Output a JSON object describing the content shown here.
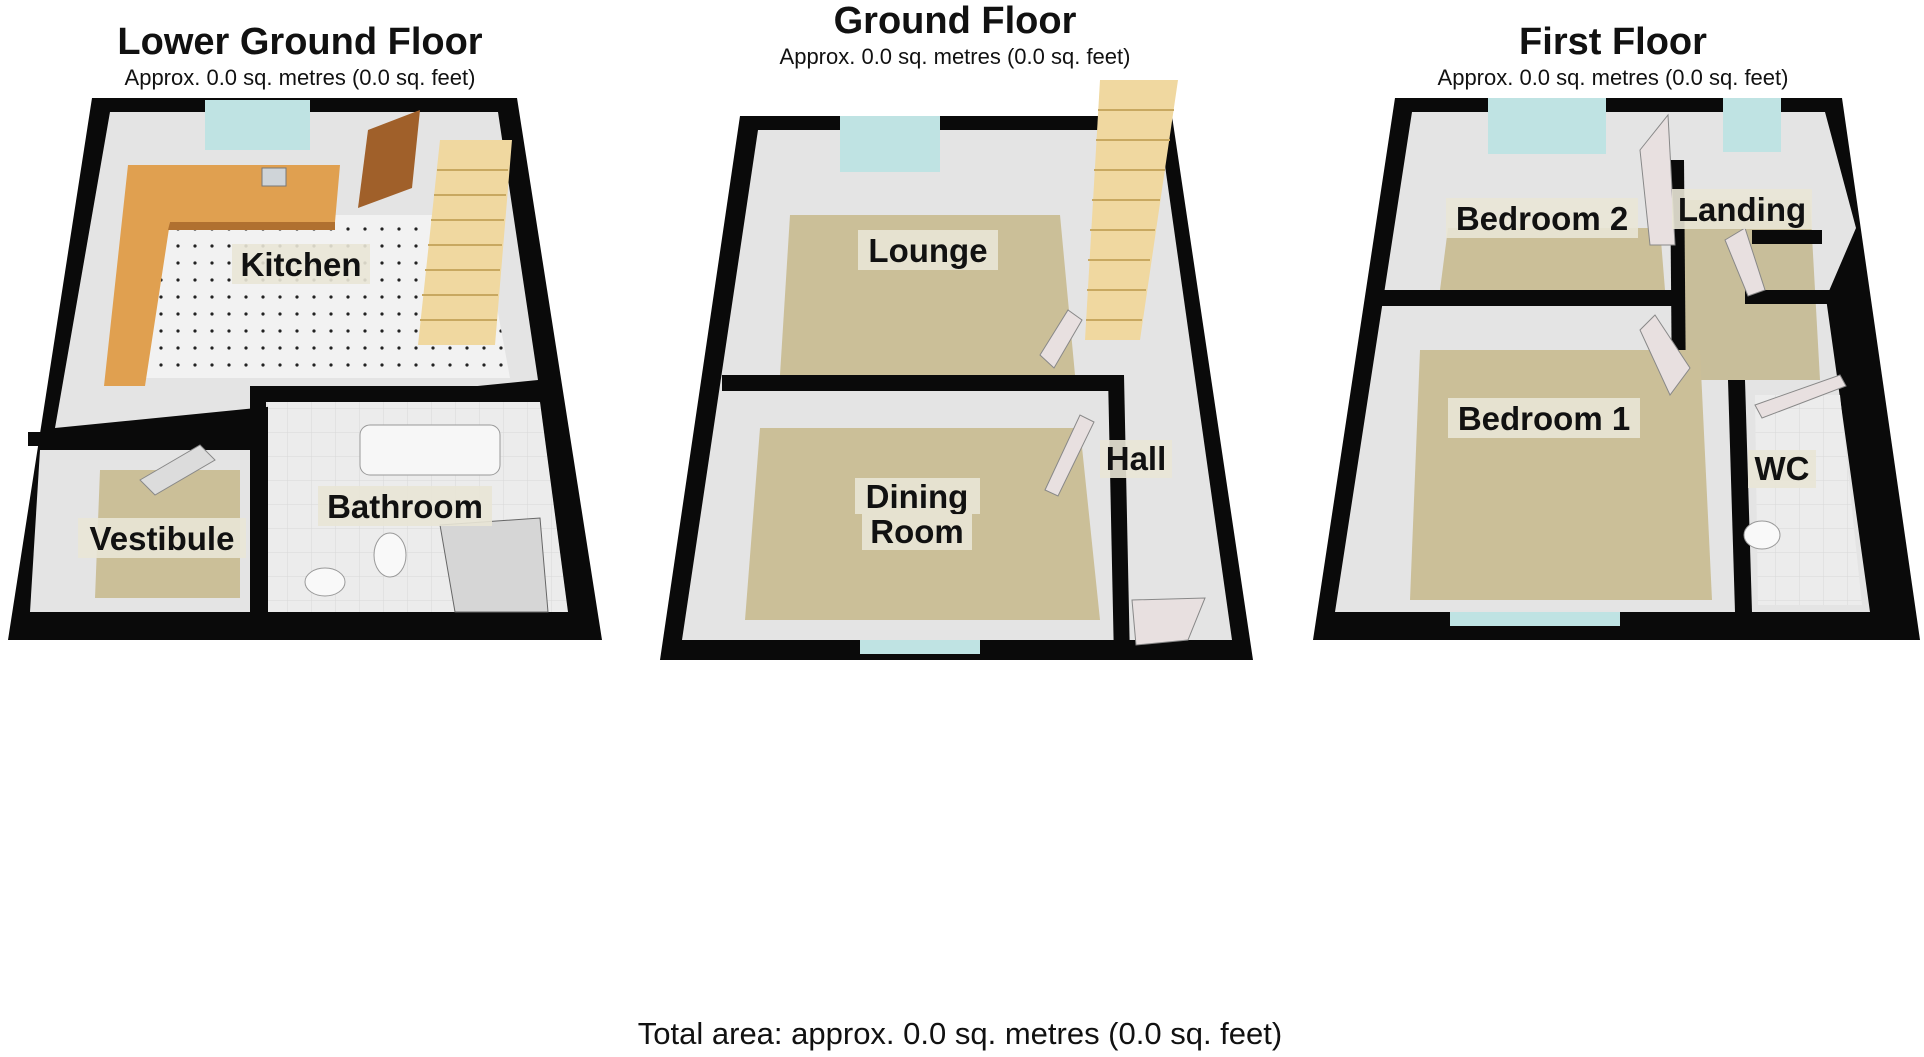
{
  "floors": [
    {
      "title": "Lower Ground Floor",
      "area": "Approx. 0.0 sq. metres (0.0 sq. feet)",
      "rooms": [
        "Kitchen",
        "Bathroom",
        "Vestibule"
      ]
    },
    {
      "title": "Ground Floor",
      "area": "Approx. 0.0 sq. metres (0.0 sq. feet)",
      "rooms": [
        "Lounge",
        "Dining",
        "Room",
        "Hall"
      ]
    },
    {
      "title": "First Floor",
      "area": "Approx. 0.0 sq. metres (0.0 sq. feet)",
      "rooms": [
        "Bedroom 2",
        "Landing",
        "Bedroom 1",
        "WC"
      ]
    }
  ],
  "total_area": "Total area: approx. 0.0 sq. metres (0.0 sq. feet)",
  "colors": {
    "wall": "#0a0a0a",
    "carpet": "#cbbf98",
    "worktop": "#e0a050",
    "floor_tile": "#ececec",
    "window": "#bfe3e3",
    "stairs": "#f0d8a0",
    "door": "#a0602a"
  }
}
